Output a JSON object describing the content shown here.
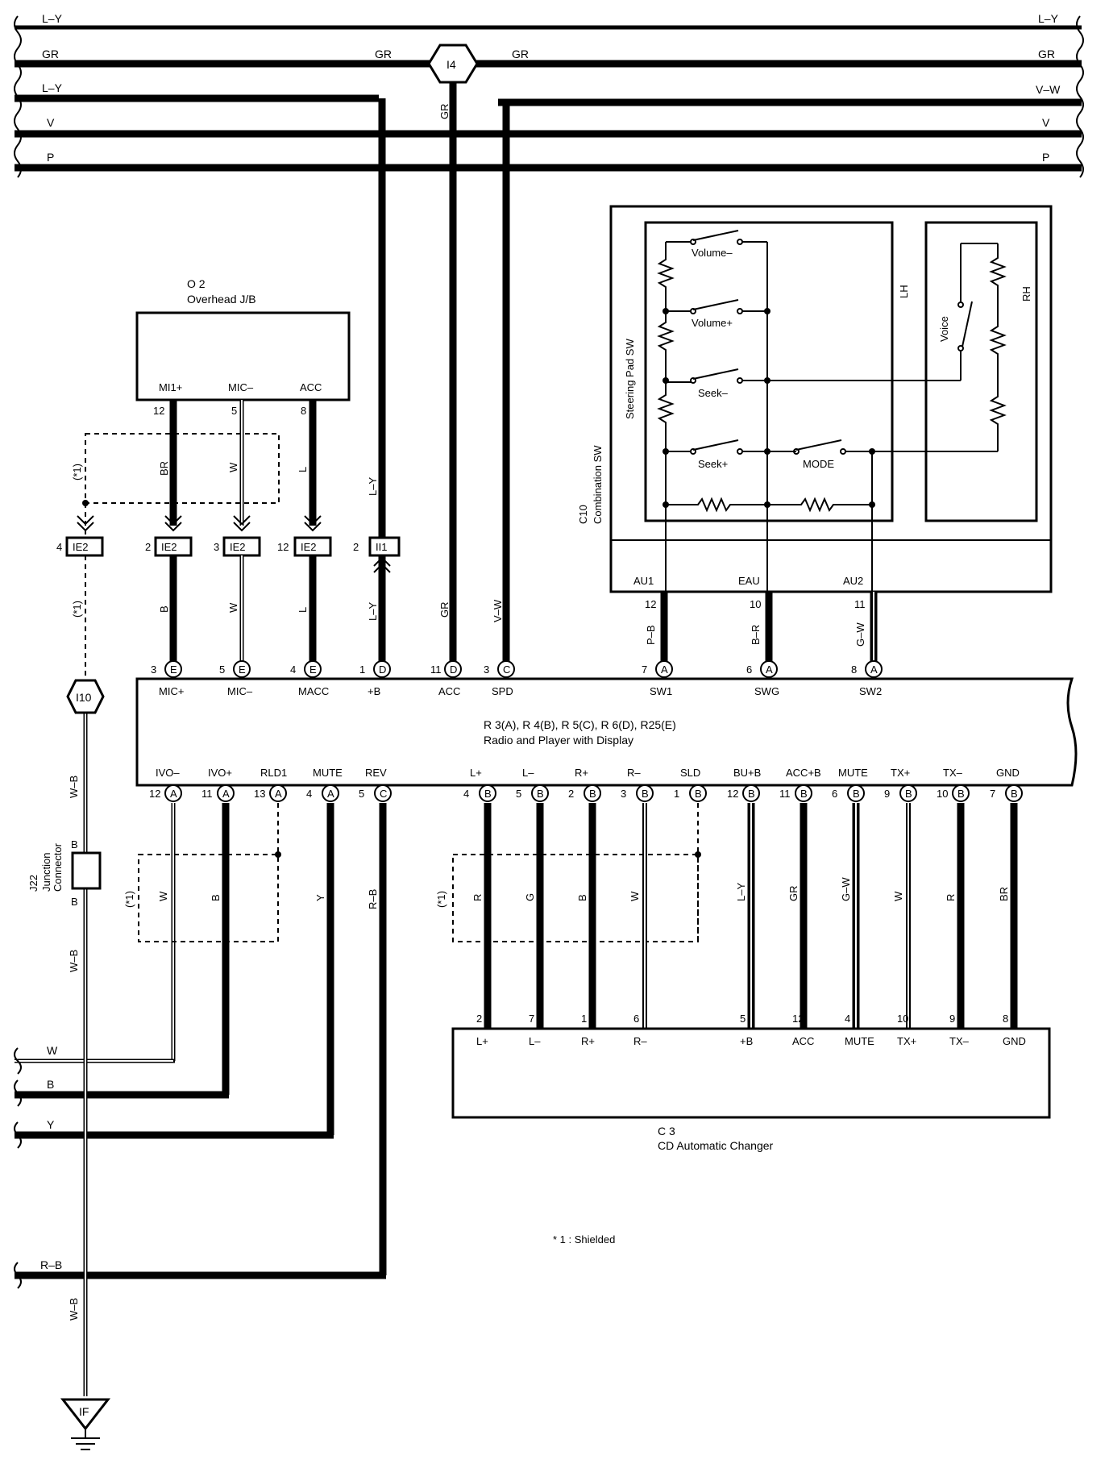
{
  "buses": [
    {
      "left": "L–Y",
      "right": "L–Y"
    },
    {
      "left": "GR",
      "mid_left": "GR",
      "mid_right": "GR",
      "right": "GR"
    },
    {
      "left": "L–Y",
      "right": "V–W"
    },
    {
      "left": "V",
      "right": "V"
    },
    {
      "left": "P",
      "right": "P"
    }
  ],
  "junction_i4": "I4",
  "drop_labels": {
    "gr_drop": "GR",
    "ly_drop": "L–Y",
    "gr_low": "GR",
    "vw_low": "V–W"
  },
  "o2": {
    "code": "O 2",
    "name": "Overhead J/B",
    "pins": [
      {
        "label": "MI1+",
        "num": "12",
        "wire": "BR"
      },
      {
        "label": "MIC–",
        "num": "5",
        "wire": "W"
      },
      {
        "label": "ACC",
        "num": "8",
        "wire": "L"
      }
    ]
  },
  "shield_mark": "(*1)",
  "connectors": [
    {
      "num": "4",
      "name": "IE2"
    },
    {
      "num": "2",
      "name": "IE2"
    },
    {
      "num": "3",
      "name": "IE2"
    },
    {
      "num": "12",
      "name": "IE2"
    },
    {
      "num": "2",
      "name": "II1"
    }
  ],
  "mid_wires": [
    "B",
    "W",
    "L",
    "L–Y"
  ],
  "combo": {
    "code": "C10",
    "name": "Combination SW",
    "steer": "Steering Pad SW",
    "lh": "LH",
    "rh": "RH",
    "voice": "Voice",
    "switches": [
      "Volume–",
      "Volume+",
      "Seek–",
      "Seek+",
      "MODE"
    ],
    "pins": [
      {
        "label": "AU1",
        "num": "12",
        "wire": "P–B"
      },
      {
        "label": "EAU",
        "num": "10",
        "wire": "B–R"
      },
      {
        "label": "AU2",
        "num": "11",
        "wire": "G–W"
      }
    ]
  },
  "radio": {
    "title": "R 3(A), R 4(B), R 5(C), R 6(D), R25(E)",
    "name": "Radio and Player with Display",
    "top_pins": [
      {
        "num": "3",
        "conn": "E",
        "label": "MIC+"
      },
      {
        "num": "5",
        "conn": "E",
        "label": "MIC–"
      },
      {
        "num": "4",
        "conn": "E",
        "label": "MACC"
      },
      {
        "num": "1",
        "conn": "D",
        "label": "+B"
      },
      {
        "num": "11",
        "conn": "D",
        "label": "ACC"
      },
      {
        "num": "3",
        "conn": "C",
        "label": "SPD"
      },
      {
        "num": "7",
        "conn": "A",
        "label": "SW1"
      },
      {
        "num": "6",
        "conn": "A",
        "label": "SWG"
      },
      {
        "num": "8",
        "conn": "A",
        "label": "SW2"
      }
    ],
    "bottom_pins": [
      {
        "num": "12",
        "conn": "A",
        "label": "IVO–",
        "wire": "W"
      },
      {
        "num": "11",
        "conn": "A",
        "label": "IVO+",
        "wire": "B"
      },
      {
        "num": "13",
        "conn": "A",
        "label": "RLD1",
        "wire": ""
      },
      {
        "num": "4",
        "conn": "A",
        "label": "MUTE",
        "wire": "Y"
      },
      {
        "num": "5",
        "conn": "C",
        "label": "REV",
        "wire": "R–B"
      },
      {
        "num": "4",
        "conn": "B",
        "label": "L+",
        "wire": "R"
      },
      {
        "num": "5",
        "conn": "B",
        "label": "L–",
        "wire": "G"
      },
      {
        "num": "2",
        "conn": "B",
        "label": "R+",
        "wire": "B"
      },
      {
        "num": "3",
        "conn": "B",
        "label": "R–",
        "wire": "W"
      },
      {
        "num": "1",
        "conn": "B",
        "label": "SLD",
        "wire": ""
      },
      {
        "num": "12",
        "conn": "B",
        "label": "BU+B",
        "wire": "L–Y"
      },
      {
        "num": "11",
        "conn": "B",
        "label": "ACC+B",
        "wire": "GR"
      },
      {
        "num": "6",
        "conn": "B",
        "label": "MUTE",
        "wire": "G–W"
      },
      {
        "num": "9",
        "conn": "B",
        "label": "TX+",
        "wire": "W"
      },
      {
        "num": "10",
        "conn": "B",
        "label": "TX–",
        "wire": "R"
      },
      {
        "num": "7",
        "conn": "B",
        "label": "GND",
        "wire": "BR"
      }
    ]
  },
  "changer": {
    "code": "C 3",
    "name": "CD Automatic Changer",
    "pins": [
      {
        "num": "2",
        "label": "L+"
      },
      {
        "num": "7",
        "label": "L–"
      },
      {
        "num": "1",
        "label": "R+"
      },
      {
        "num": "6",
        "label": "R–"
      },
      {
        "num": "5",
        "label": "+B"
      },
      {
        "num": "12",
        "label": "ACC"
      },
      {
        "num": "4",
        "label": "MUTE"
      },
      {
        "num": "10",
        "label": "TX+"
      },
      {
        "num": "9",
        "label": "TX–"
      },
      {
        "num": "8",
        "label": "GND"
      }
    ]
  },
  "left_exits": [
    "W",
    "B",
    "Y",
    "R–B"
  ],
  "i10": "I10",
  "j22": {
    "code": "J22",
    "name1": "Junction",
    "name2": "Connector",
    "pin_top": "B",
    "pin_bot": "B"
  },
  "wb": [
    "W–B",
    "W–B",
    "W–B"
  ],
  "ground": "IF",
  "note": "* 1 : Shielded"
}
